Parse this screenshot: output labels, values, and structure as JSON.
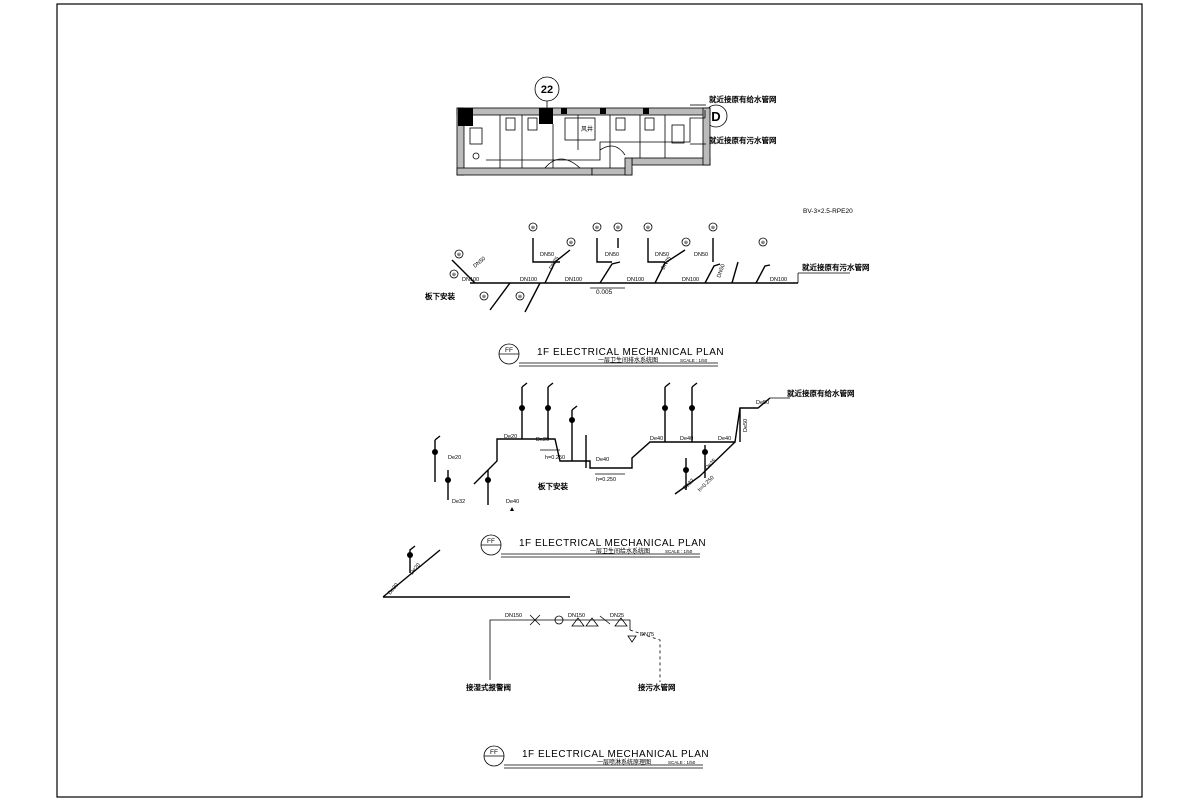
{
  "sheet": {
    "grid_bubble": "22",
    "axis_bubble": "D",
    "note_supply": "就近接原有给水管网",
    "note_sewer": "就近接原有污水管网",
    "room_label": "风井"
  },
  "drainage": {
    "cable_note": "BV-3×2.5-RPE20",
    "outlet_note": "就近接原有污水管网",
    "slope": "0.005",
    "under_slab": "板下安装",
    "sizes": [
      "DN100",
      "DN50",
      "DN100",
      "DN100",
      "DN50",
      "DN75",
      "DN50",
      "DN100",
      "DN50",
      "DN75",
      "DN50",
      "DN100",
      "DN50",
      "DN100"
    ],
    "fixture_tags": [
      "⊕",
      "⊕",
      "⊕",
      "⊕",
      "⊕",
      "⊕",
      "⊕",
      "⊕",
      "⊕",
      "⊕",
      "⊕",
      "⊕"
    ]
  },
  "water": {
    "inlet_note": "就近接原有给水管网",
    "under_slab": "板下安装",
    "sizes": [
      "De20",
      "De20",
      "De20",
      "De32",
      "De40",
      "De40",
      "De40",
      "De40",
      "De40",
      "De50",
      "De50",
      "De32",
      "De25",
      "De20"
    ],
    "heights": [
      "h=0.250",
      "h=0.250",
      "h=0.250"
    ]
  },
  "sprinkler": {
    "sizes": [
      "DN150",
      "DN150",
      "DN25",
      "DN75"
    ],
    "label_alarm": "接湿式报警阀",
    "label_sewer": "接污水管网"
  },
  "titles": [
    {
      "tag": "FF",
      "main": "1F ELECTRICAL MECHANICAL PLAN",
      "sub": "一层卫生间排水系统图",
      "scale": "SCALE : 1/50"
    },
    {
      "tag": "FF",
      "main": "1F ELECTRICAL MECHANICAL PLAN",
      "sub": "一层卫生间给水系统图",
      "scale": "SCALE : 1/50"
    },
    {
      "tag": "FF",
      "main": "1F ELECTRICAL MECHANICAL PLAN",
      "sub": "一层喷淋系统原理图",
      "scale": "SCALE : 1/50"
    }
  ]
}
